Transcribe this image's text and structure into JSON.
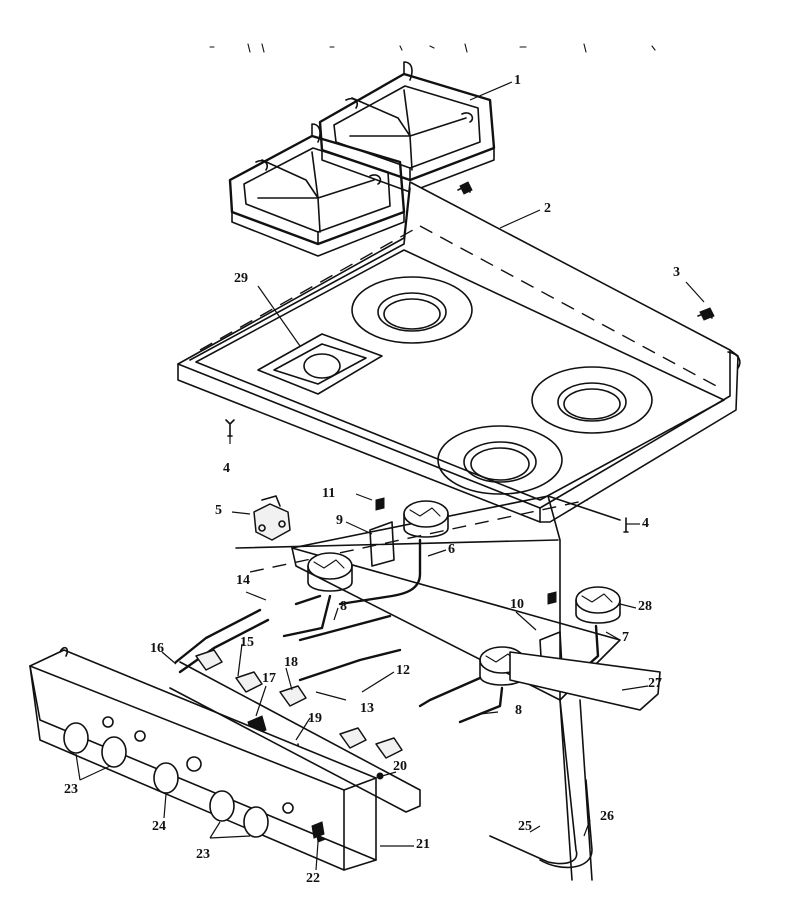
{
  "diagram": {
    "callouts": [
      {
        "id": "c1",
        "label": "1"
      },
      {
        "id": "c2",
        "label": "2"
      },
      {
        "id": "c3",
        "label": "3"
      },
      {
        "id": "c4a",
        "label": "4"
      },
      {
        "id": "c4b",
        "label": "4"
      },
      {
        "id": "c5",
        "label": "5"
      },
      {
        "id": "c6",
        "label": "6"
      },
      {
        "id": "c7",
        "label": "7"
      },
      {
        "id": "c8a",
        "label": "8"
      },
      {
        "id": "c8b",
        "label": "8"
      },
      {
        "id": "c9",
        "label": "9"
      },
      {
        "id": "c10",
        "label": "10"
      },
      {
        "id": "c11",
        "label": "11"
      },
      {
        "id": "c12",
        "label": "12"
      },
      {
        "id": "c13",
        "label": "13"
      },
      {
        "id": "c14",
        "label": "14"
      },
      {
        "id": "c15",
        "label": "15"
      },
      {
        "id": "c16",
        "label": "16"
      },
      {
        "id": "c17",
        "label": "17"
      },
      {
        "id": "c18",
        "label": "18"
      },
      {
        "id": "c19",
        "label": "19"
      },
      {
        "id": "c20",
        "label": "20"
      },
      {
        "id": "c21",
        "label": "21"
      },
      {
        "id": "c22",
        "label": "22"
      },
      {
        "id": "c23a",
        "label": "23"
      },
      {
        "id": "c23b",
        "label": "23"
      },
      {
        "id": "c24",
        "label": "24"
      },
      {
        "id": "c25",
        "label": "25"
      },
      {
        "id": "c26",
        "label": "26"
      },
      {
        "id": "c27",
        "label": "27"
      },
      {
        "id": "c28",
        "label": "28"
      },
      {
        "id": "c29",
        "label": "29"
      }
    ]
  }
}
